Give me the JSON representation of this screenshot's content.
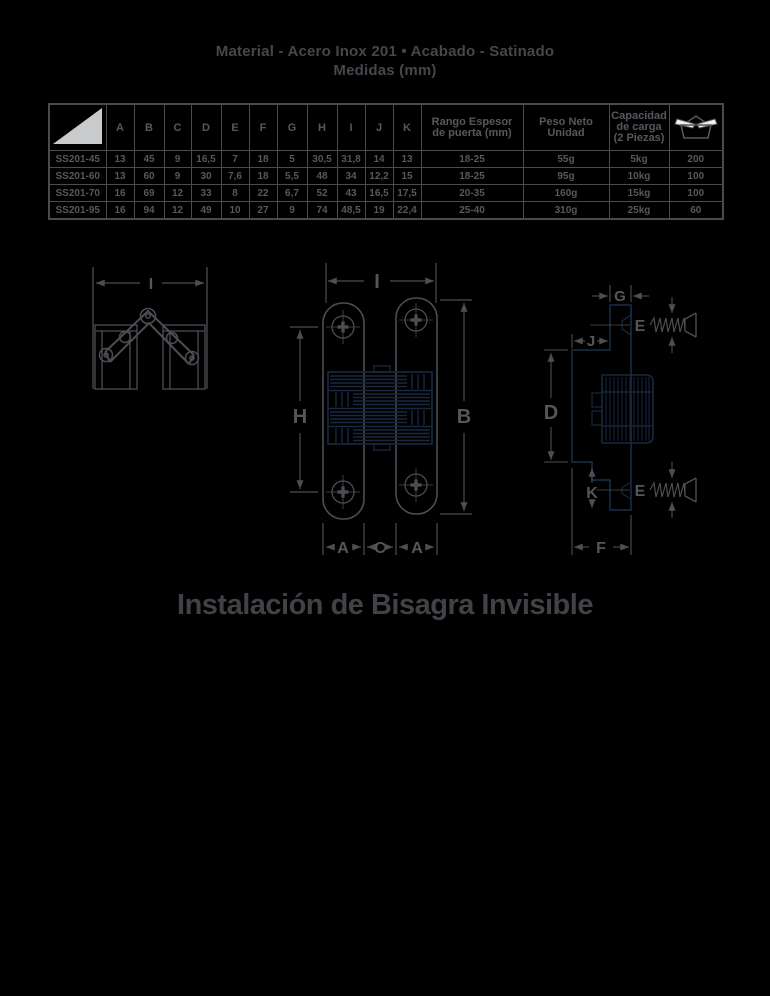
{
  "page": {
    "title_line1": "Material - Acero Inox 201 • Acabado - Satinado",
    "title_line2": "Medidas (mm)",
    "section_heading": "Instalación de Bisagra Invisible"
  },
  "colors": {
    "background": "#000000",
    "text_gray": "#54565b",
    "line_gray": "#4c4e53",
    "drawing_navy": "#16293f",
    "triangle_fill": "#c9cacc",
    "flap_white": "#f0f0f0",
    "table_border": "#4a4b4f"
  },
  "table": {
    "dim_headers": [
      "A",
      "B",
      "C",
      "D",
      "E",
      "F",
      "G",
      "H",
      "I",
      "J",
      "K"
    ],
    "header_rango_line1": "Rango Espesor",
    "header_rango_line2": "de puerta (mm)",
    "header_peso_line1": "Peso Neto",
    "header_peso_line2": "Unidad",
    "header_cap_line1": "Capacidad",
    "header_cap_line2": "de carga",
    "header_cap_line3": "(2 Piezas)",
    "rows": [
      {
        "model": "SS201-45",
        "A": "13",
        "B": "45",
        "C": "9",
        "D": "16,5",
        "E": "7",
        "F": "18",
        "G": "5",
        "H": "30,5",
        "I": "31,8",
        "J": "14",
        "K": "13",
        "rango": "18-25",
        "peso": "55g",
        "capacidad": "5kg",
        "unidades": "200"
      },
      {
        "model": "SS201-60",
        "A": "13",
        "B": "60",
        "C": "9",
        "D": "30",
        "E": "7,6",
        "F": "18",
        "G": "5,5",
        "H": "48",
        "I": "34",
        "J": "12,2",
        "K": "15",
        "rango": "18-25",
        "peso": "95g",
        "capacidad": "10kg",
        "unidades": "100"
      },
      {
        "model": "SS201-70",
        "A": "16",
        "B": "69",
        "C": "12",
        "D": "33",
        "E": "8",
        "F": "22",
        "G": "6,7",
        "H": "52",
        "I": "43",
        "J": "16,5",
        "K": "17,5",
        "rango": "20-35",
        "peso": "160g",
        "capacidad": "15kg",
        "unidades": "100"
      },
      {
        "model": "SS201-95",
        "A": "16",
        "B": "94",
        "C": "12",
        "D": "49",
        "E": "10",
        "F": "27",
        "G": "9",
        "H": "74",
        "I": "48,5",
        "J": "19",
        "K": "22,4",
        "rango": "25-40",
        "peso": "310g",
        "capacidad": "25kg",
        "unidades": "60"
      }
    ]
  },
  "drawings": {
    "open_view": {
      "dim_top": "I"
    },
    "front_view": {
      "dim_top": "I",
      "dim_left": "H",
      "dim_right": "B",
      "dim_bottom_left": "A",
      "dim_bottom_center": "C",
      "dim_bottom_right": "A"
    },
    "side_view": {
      "dim_top": "G",
      "dim_screw_top": "E",
      "dim_offset": "J",
      "dim_left": "D",
      "dim_tab": "K",
      "dim_screw_bottom": "E",
      "dim_bottom": "F"
    }
  }
}
